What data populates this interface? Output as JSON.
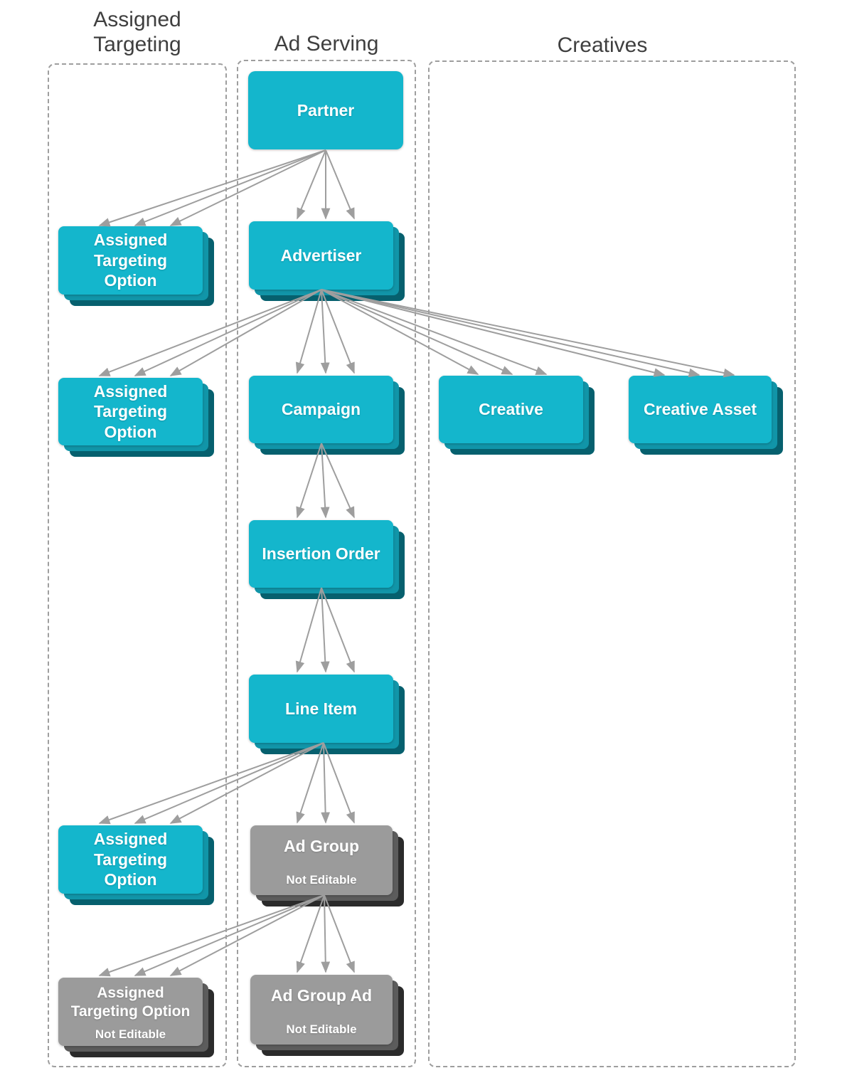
{
  "columns": [
    {
      "id": "assigned-targeting",
      "label": "Assigned Targeting"
    },
    {
      "id": "ad-serving",
      "label": "Ad Serving"
    },
    {
      "id": "creatives",
      "label": "Creatives"
    }
  ],
  "nodes": [
    {
      "id": "partner",
      "label": "Partner",
      "column": "ad-serving",
      "style": "cyan"
    },
    {
      "id": "ato-partner",
      "label": "Assigned Targeting Option",
      "column": "assigned-targeting",
      "style": "cyan"
    },
    {
      "id": "advertiser",
      "label": "Advertiser",
      "column": "ad-serving",
      "style": "cyan"
    },
    {
      "id": "ato-advertiser",
      "label": "Assigned Targeting Option",
      "column": "assigned-targeting",
      "style": "cyan"
    },
    {
      "id": "campaign",
      "label": "Campaign",
      "column": "ad-serving",
      "style": "cyan"
    },
    {
      "id": "creative",
      "label": "Creative",
      "column": "creatives",
      "style": "cyan"
    },
    {
      "id": "creative-asset",
      "label": "Creative Asset",
      "column": "creatives",
      "style": "cyan"
    },
    {
      "id": "insertion-order",
      "label": "Insertion Order",
      "column": "ad-serving",
      "style": "cyan"
    },
    {
      "id": "line-item",
      "label": "Line Item",
      "column": "ad-serving",
      "style": "cyan"
    },
    {
      "id": "ato-line-item",
      "label": "Assigned Targeting Option",
      "column": "assigned-targeting",
      "style": "cyan"
    },
    {
      "id": "ad-group",
      "label": "Ad Group",
      "sublabel": "Not Editable",
      "column": "ad-serving",
      "style": "gray"
    },
    {
      "id": "ato-ad-group",
      "label": "Assigned Targeting Option",
      "sublabel": "Not Editable",
      "column": "assigned-targeting",
      "style": "gray"
    },
    {
      "id": "ad-group-ad",
      "label": "Ad Group Ad",
      "sublabel": "Not Editable",
      "column": "ad-serving",
      "style": "gray"
    }
  ],
  "edges": [
    {
      "from": "partner",
      "to": "ato-partner",
      "lines": 3
    },
    {
      "from": "partner",
      "to": "advertiser",
      "lines": 3
    },
    {
      "from": "advertiser",
      "to": "ato-advertiser",
      "lines": 3
    },
    {
      "from": "advertiser",
      "to": "campaign",
      "lines": 3
    },
    {
      "from": "advertiser",
      "to": "creative",
      "lines": 3
    },
    {
      "from": "advertiser",
      "to": "creative-asset",
      "lines": 3
    },
    {
      "from": "campaign",
      "to": "insertion-order",
      "lines": 3
    },
    {
      "from": "insertion-order",
      "to": "line-item",
      "lines": 3
    },
    {
      "from": "line-item",
      "to": "ato-line-item",
      "lines": 3
    },
    {
      "from": "line-item",
      "to": "ad-group",
      "lines": 3
    },
    {
      "from": "ad-group",
      "to": "ato-ad-group",
      "lines": 3
    },
    {
      "from": "ad-group",
      "to": "ad-group-ad",
      "lines": 3
    }
  ],
  "colors": {
    "node_cyan": "#14b6cc",
    "node_cyan_mid": "#1195a8",
    "node_cyan_dark": "#06606e",
    "node_gray": "#9b9b9b",
    "node_gray_mid": "#5c5c5c",
    "node_gray_dark": "#2b2b2b",
    "arrow_gray": "#9e9e9e",
    "panel_border_gray": "#9e9e9e",
    "header_text": "#3f3f3f",
    "node_text": "#ffffff"
  }
}
